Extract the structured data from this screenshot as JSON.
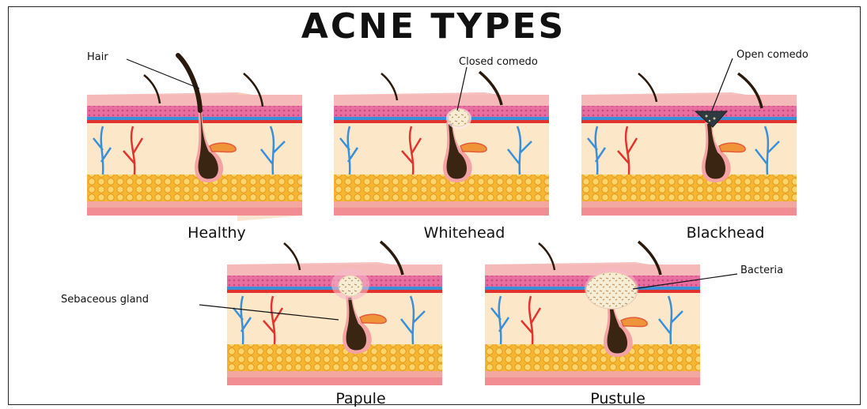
{
  "title": "ACNE TYPES",
  "panels": [
    {
      "label": "Healthy"
    },
    {
      "label": "Whitehead"
    },
    {
      "label": "Blackhead"
    },
    {
      "label": "Papule"
    },
    {
      "label": "Pustule"
    }
  ],
  "callouts": {
    "hair": "Hair",
    "closed_comedo": "Closed comedo",
    "open_comedo": "Open comedo",
    "sebaceous_gland": "Sebaceous gland",
    "bacteria": "Bacteria"
  },
  "colors": {
    "skin_top": "#f5b9b9",
    "epidermis_pink": "#e86ea0",
    "dermis": "#fce8c8",
    "fat": "#f5b733",
    "base": "#f29aa0",
    "follicle": "#3a2412",
    "artery": "#e2342f",
    "vein": "#3a8fd8",
    "whitehead": "#f7ecd4",
    "blackhead": "#2f3a40"
  }
}
